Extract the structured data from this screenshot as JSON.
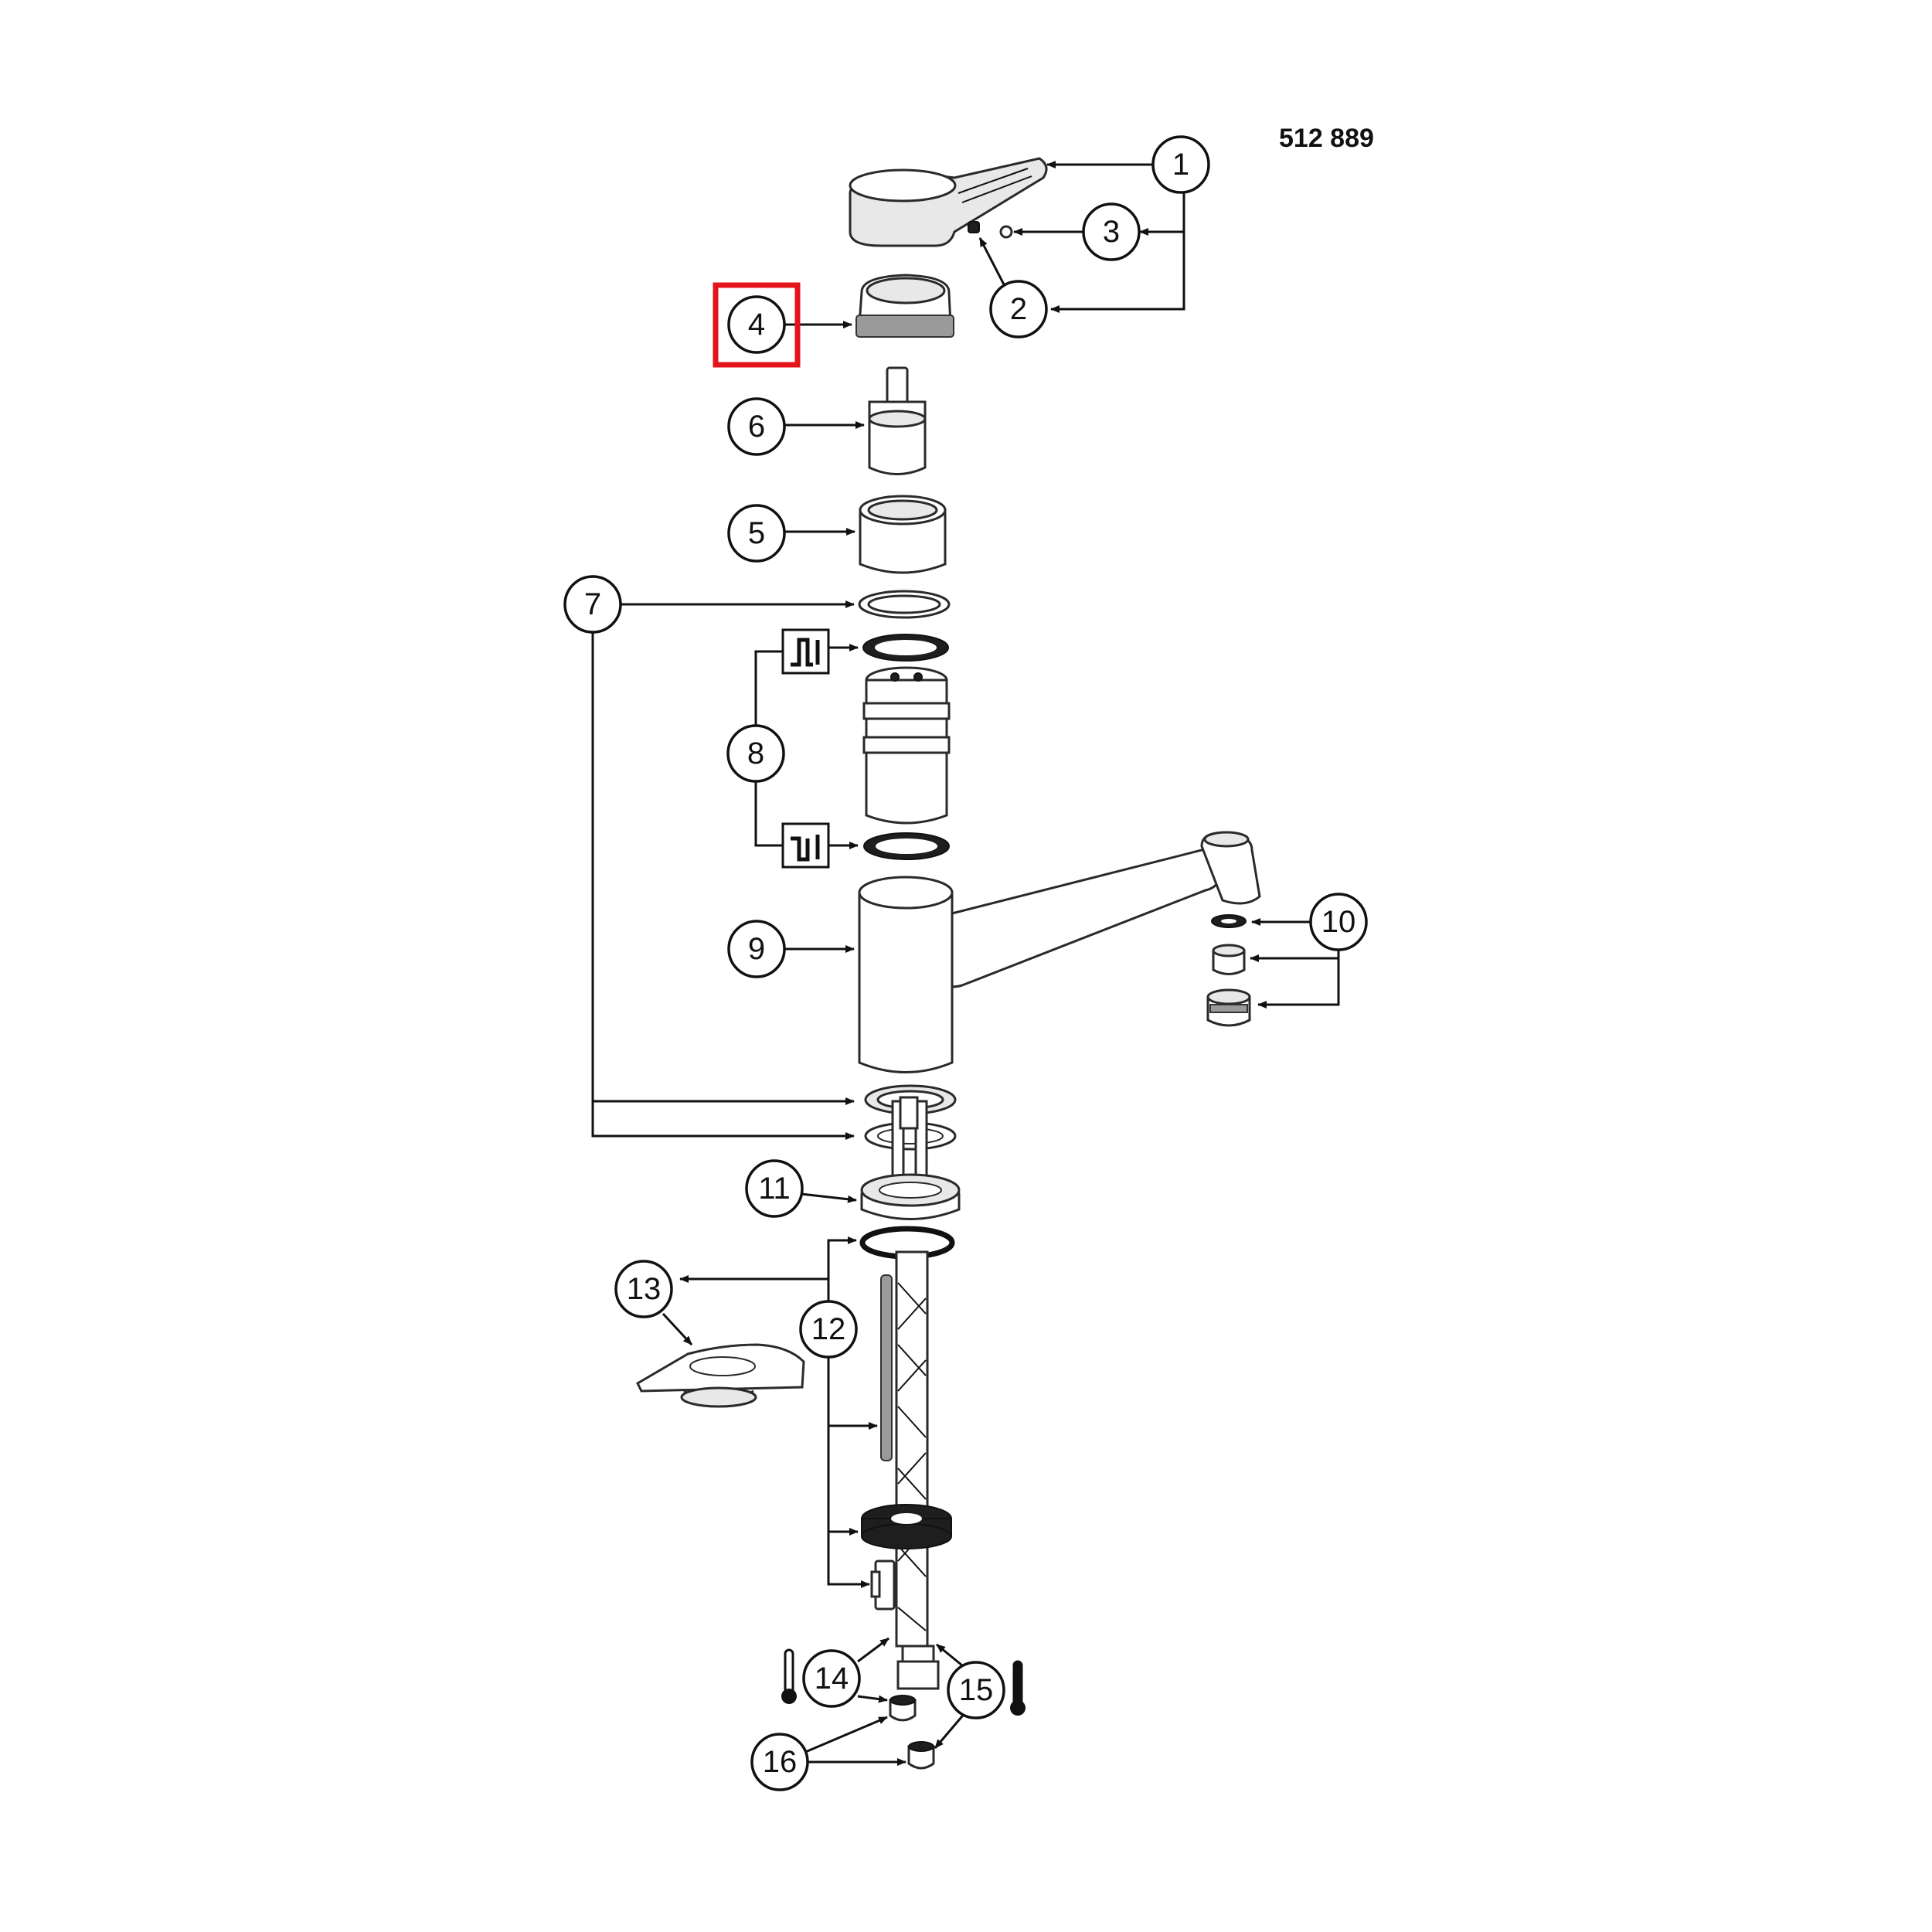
{
  "drawing_code": "512 889",
  "callouts": {
    "c1": "1",
    "c2": "2",
    "c3": "3",
    "c4": "4",
    "c5": "5",
    "c6": "6",
    "c7": "7",
    "c8": "8",
    "c9": "9",
    "c10": "10",
    "c11": "11",
    "c12": "12",
    "c13": "13",
    "c14": "14",
    "c15": "15",
    "c16": "16"
  },
  "highlight": {
    "callout": "4",
    "color": "#e3141b"
  },
  "icons": [
    "valve-up-icon",
    "valve-down-icon",
    "thermometer-cold-icon",
    "thermometer-hot-icon"
  ]
}
